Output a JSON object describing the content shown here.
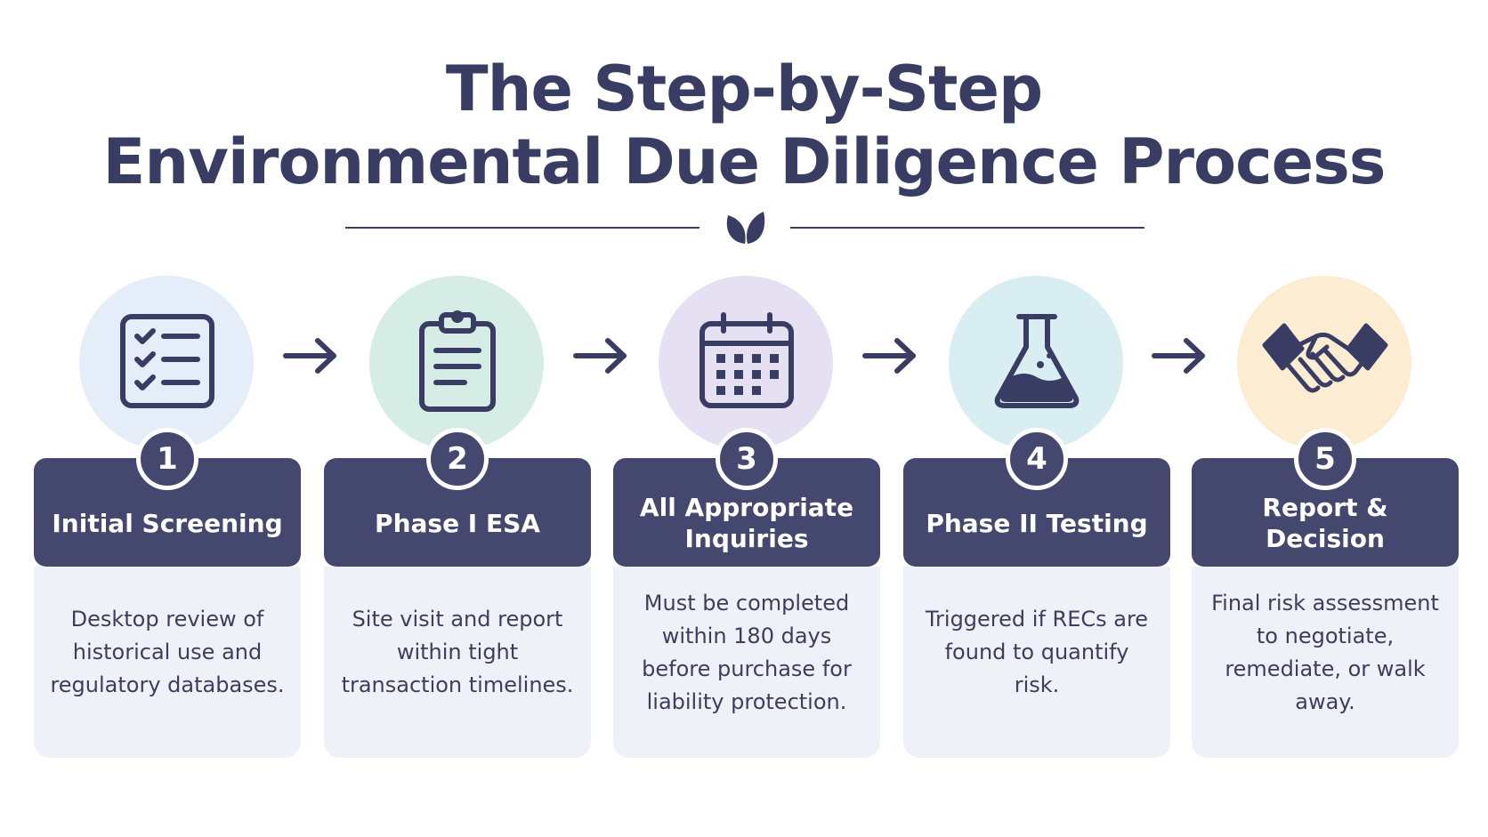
{
  "title": {
    "line1": "The Step-by-Step",
    "line2": "Environmental Due Diligence Process"
  },
  "colors": {
    "navy": "#44486e",
    "card_bg": "#eef1f8",
    "circle_1": "#e4edf8",
    "circle_2": "#d6ede5",
    "circle_3": "#e6e0f3",
    "circle_4": "#d8eef2",
    "circle_5": "#fbecd2"
  },
  "steps": [
    {
      "number": "1",
      "title": "Initial Screening",
      "description": "Desktop review of historical use and regulatory databases.",
      "icon": "checklist-icon"
    },
    {
      "number": "2",
      "title": "Phase I ESA",
      "description": "Site visit and report within tight transaction timelines.",
      "icon": "clipboard-icon"
    },
    {
      "number": "3",
      "title": "All Appropriate Inquiries",
      "description": "Must be completed within 180 days before purchase for liability protection.",
      "icon": "calendar-icon"
    },
    {
      "number": "4",
      "title": "Phase II Testing",
      "description": "Triggered if RECs are found to quantify risk.",
      "icon": "flask-icon"
    },
    {
      "number": "5",
      "title": "Report & Decision",
      "description": "Final risk assessment to negotiate, remediate, or walk away.",
      "icon": "handshake-icon"
    }
  ]
}
